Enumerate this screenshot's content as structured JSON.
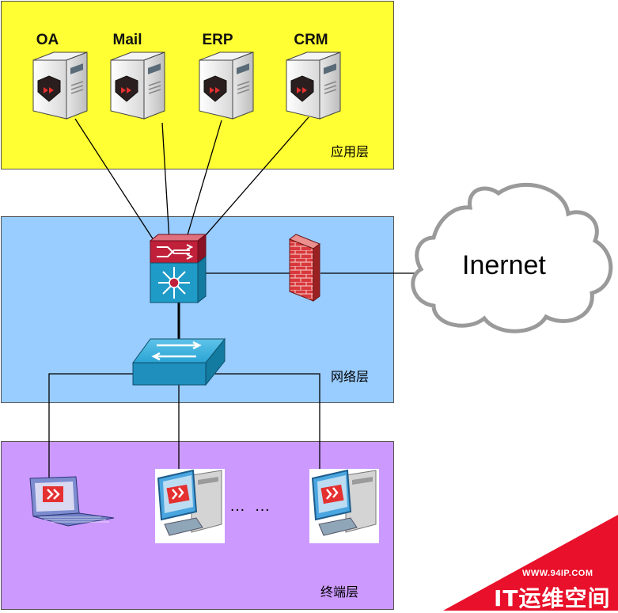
{
  "layers": {
    "application": "应用层",
    "network": "网络层",
    "terminal": "终端层"
  },
  "servers": [
    "OA",
    "Mail",
    "ERP",
    "CRM"
  ],
  "cloud": {
    "label": "Inernet"
  },
  "terminals": {
    "ellipsis": "… …"
  },
  "watermark": {
    "url": "WWW.94IP.COM",
    "text": "IT运维空间"
  },
  "colors": {
    "application_layer": "#ffff33",
    "network_layer": "#99ccff",
    "terminal_layer": "#cc99ff",
    "router": "#c0203a",
    "switch": "#1f9bc8",
    "firewall": "#cc3333",
    "watermark": "#e8102a"
  },
  "icons": [
    "server-icon",
    "core-switch-icon",
    "firewall-icon",
    "cloud-icon",
    "switch-icon",
    "laptop-icon",
    "desktop-icon"
  ]
}
